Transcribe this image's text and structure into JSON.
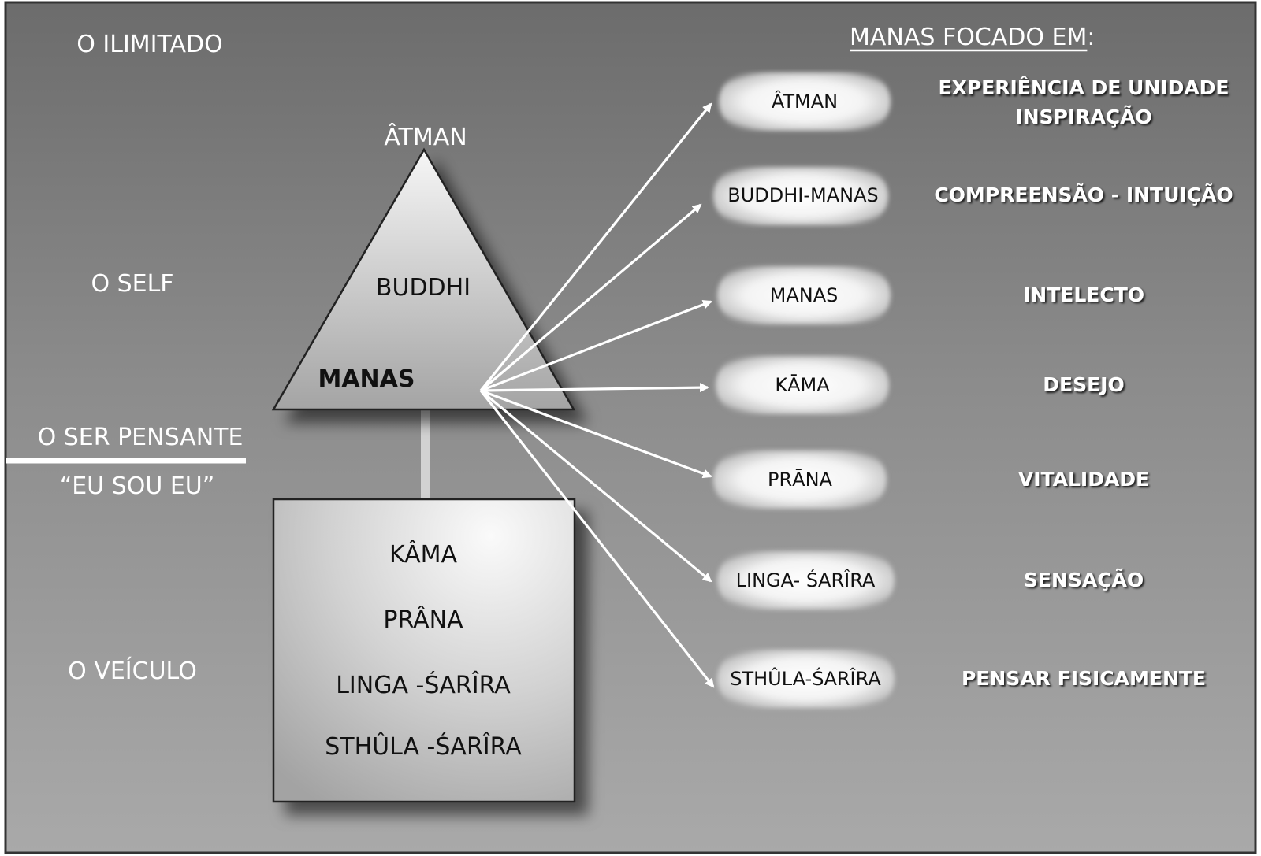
{
  "left_labels": {
    "ilimitado": "O ILIMITADO",
    "self": "O SELF",
    "ser_pensante": "O SER PENSANTE",
    "eu_sou_eu": "“EU SOU EU”",
    "veiculo": "O VEÍCULO"
  },
  "triangle": {
    "apex": "ÂTMAN",
    "middle": "BUDDHI",
    "base": "MANAS"
  },
  "box": {
    "items": [
      "KÂMA",
      "PRÂNA",
      "LINGA -ŚARÎRA",
      "STHÛLA -ŚARÎRA"
    ]
  },
  "header": {
    "title": "MANAS FOCADO EM",
    "colon": ":"
  },
  "rows": [
    {
      "node": "ÂTMAN",
      "focus": [
        "EXPERIÊNCIA DE UNIDADE",
        "INSPIRAÇÃO"
      ]
    },
    {
      "node": "BUDDHI-MANAS",
      "focus": [
        "COMPREENSÃO - INTUIÇÃO"
      ]
    },
    {
      "node": "MANAS",
      "focus": [
        "INTELECTO"
      ]
    },
    {
      "node": "KĀMA",
      "focus": [
        "DESEJO"
      ]
    },
    {
      "node": "PRĀNA",
      "focus": [
        "VITALIDADE"
      ]
    },
    {
      "node": "LINGA- ŚARÎRA",
      "focus": [
        "SENSAÇÃO"
      ]
    },
    {
      "node": "STHÛLA-ŚARÎRA",
      "focus": [
        "PENSAR FISICAMENTE"
      ]
    }
  ]
}
